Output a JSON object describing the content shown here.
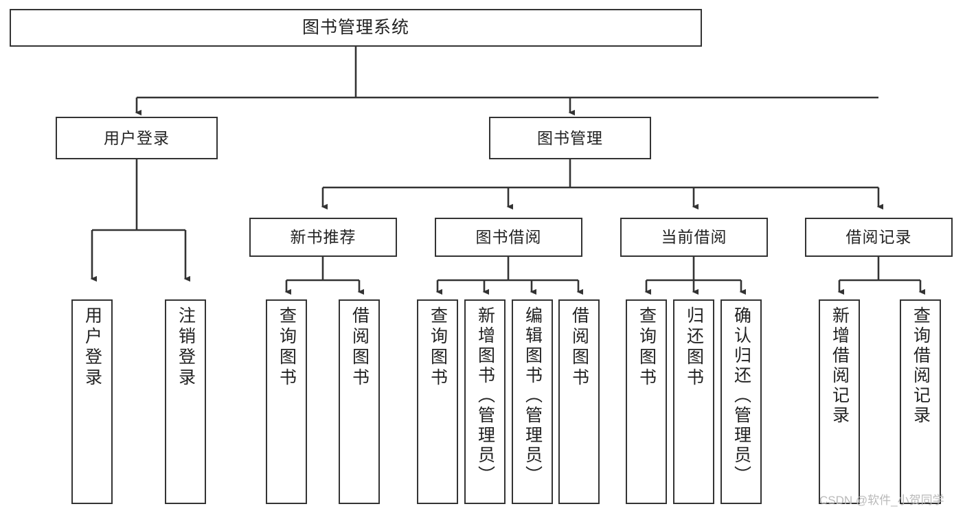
{
  "diagram": {
    "type": "tree",
    "title": "图书管理系统",
    "root": {
      "label": "图书管理系统"
    },
    "level2": [
      {
        "label": "用户登录"
      },
      {
        "label": "图书管理"
      }
    ],
    "level3": [
      {
        "label": "新书推荐"
      },
      {
        "label": "图书借阅"
      },
      {
        "label": "当前借阅"
      },
      {
        "label": "借阅记录"
      }
    ],
    "leaves": {
      "user_login": [
        {
          "label": "用户登录"
        },
        {
          "label": "注销登录"
        }
      ],
      "new_book_recommend": [
        {
          "label": "查询图书"
        },
        {
          "label": "借阅图书"
        }
      ],
      "book_borrow": [
        {
          "label": "查询图书"
        },
        {
          "label": "新增图书（管理员）"
        },
        {
          "label": "编辑图书（管理员）"
        },
        {
          "label": "借阅图书"
        }
      ],
      "current_borrow": [
        {
          "label": "查询图书"
        },
        {
          "label": "归还图书"
        },
        {
          "label": "确认归还（管理员）"
        }
      ],
      "borrow_record": [
        {
          "label": "新增借阅记录"
        },
        {
          "label": "查询借阅记录"
        }
      ]
    }
  },
  "watermark": {
    "text": "CSDN @软件_小贺同学"
  },
  "colors": {
    "stroke": "#333333",
    "text": "#222222",
    "background": "#ffffff",
    "watermark": "#b9b9b9"
  }
}
